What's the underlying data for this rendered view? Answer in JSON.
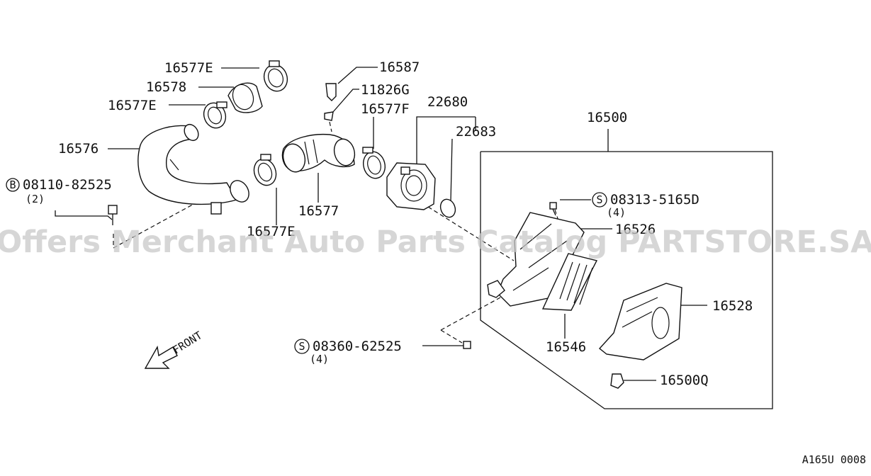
{
  "labels": {
    "l16577E_top": "16577E",
    "l16578": "16578",
    "l16577E_mid": "16577E",
    "l16576": "16576",
    "l08110": "08110-82525",
    "l08110_qty": "(2)",
    "l16587": "16587",
    "l11826G": "11826G",
    "l16577F": "16577F",
    "l22680": "22680",
    "l22683": "22683",
    "l16500": "16500",
    "l16577": "16577",
    "l16577E_bot": "16577E",
    "l08313": "08313-5165D",
    "l08313_qty": "(4)",
    "l16526": "16526",
    "l16528": "16528",
    "l16546": "16546",
    "l08360": "08360-62525",
    "l08360_qty": "(4)",
    "l16500Q": "16500Q",
    "front": "FRONT"
  },
  "markers": {
    "b": "B",
    "s1": "S",
    "s2": "S"
  },
  "watermark": "Offers Merchant Auto Parts Catalog PARTSTORE.SA",
  "diagram_code": "A165U 0008"
}
